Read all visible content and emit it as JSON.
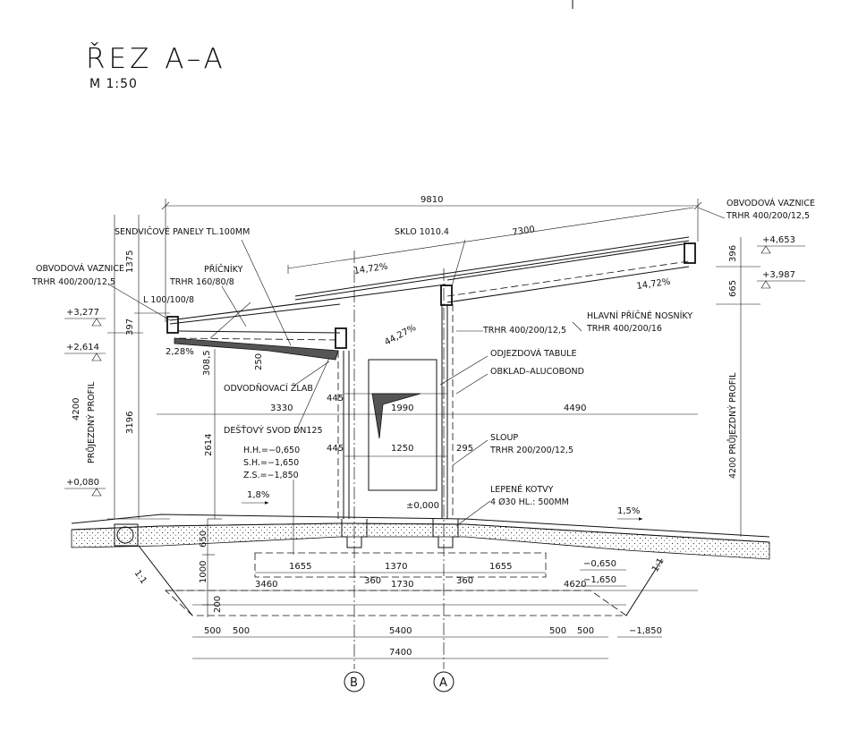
{
  "header": {
    "title": "ŘEZ A–A",
    "scale": "M 1:50"
  },
  "dimensions": {
    "overall_top": "9810",
    "roof_run": "7300",
    "left_1375": "1375",
    "left_397": "397",
    "left_3196": "3196",
    "left_4200": "4200",
    "mid_2614": "2614",
    "mid_308": "308,5",
    "mid_250": "250",
    "mid_445a": "445",
    "mid_445b": "445",
    "mid_3330": "3330",
    "mid_4490": "4490",
    "mid_1990": "1990",
    "mid_1250": "1250",
    "mid_295": "295",
    "right_396": "396",
    "right_665": "665",
    "found_650": "650",
    "found_1000": "1000",
    "found_200": "200",
    "row1_1655a": "1655",
    "row1_1370": "1370",
    "row1_1655b": "1655",
    "row2_3460": "3460",
    "row2_360a": "360",
    "row2_1730": "1730",
    "row2_360b": "360",
    "row2_4620": "4620",
    "row3_500a": "500",
    "row3_500b": "500",
    "row3_5400": "5400",
    "row3_500c": "500",
    "row3_500d": "500",
    "row4_7400": "7400"
  },
  "levels": {
    "l_3277": "+3,277",
    "l_2614": "+2,614",
    "l_0080": "+0,080",
    "l_4653": "+4,653",
    "l_3987": "+3,987",
    "l_0000": "±0,000",
    "l_0650": "−0,650",
    "l_1650": "−1,650",
    "l_1850": "−1,850"
  },
  "slopes": {
    "s1": "14,72%",
    "s2": "14,72%",
    "s3": "44,27%",
    "s4": "2,28%",
    "s5": "1,8%",
    "s6": "1,5%",
    "s7": "1:1",
    "s8": "1:1"
  },
  "labels": {
    "obvodova_left_1": "OBVODOVÁ VAZNICE",
    "obvodova_left_2": "TRHR 400/200/12,5",
    "obvodova_right_1": "OBVODOVÁ VAZNICE",
    "obvodova_right_2": "TRHR 400/200/12,5",
    "sendvic": "SENDVIČOVÉ PANELY TL.100MM",
    "sklo": "SKLO 1010.4",
    "pricniky_1": "PŘÍČNÍKY",
    "pricniky_2": "TRHR 160/80/8",
    "l_profile": "L 100/100/8",
    "trhr_mid": "TRHR 400/200/12,5",
    "hlavni_1": "HLAVNÍ PŘÍČNÉ NOSNÍKY",
    "hlavni_2": "TRHR 400/200/16",
    "odjezd": "ODJEZDOVÁ TABULE",
    "obklad": "OBKLAD–ALUCOBOND",
    "odvod": "ODVODŇOVACÍ ŽLAB",
    "destovy": "DEŠŤOVÝ SVOD DN125",
    "hh": "H.H.=−0,650",
    "sh": "S.H.=−1,650",
    "zs": "Z.S.=−1,850",
    "sloup_1": "SLOUP",
    "sloup_2": "TRHR 200/200/12,5",
    "kotvy_1": "LEPENÉ KOTVY",
    "kotvy_2": "4 Ø30 HL.: 500MM",
    "profil_left": "PRŮJEZDNÝ PROFIL",
    "profil_right": "4200 PRŮJEZDNÝ PROFIL",
    "axis_b": "B",
    "axis_a": "A"
  }
}
